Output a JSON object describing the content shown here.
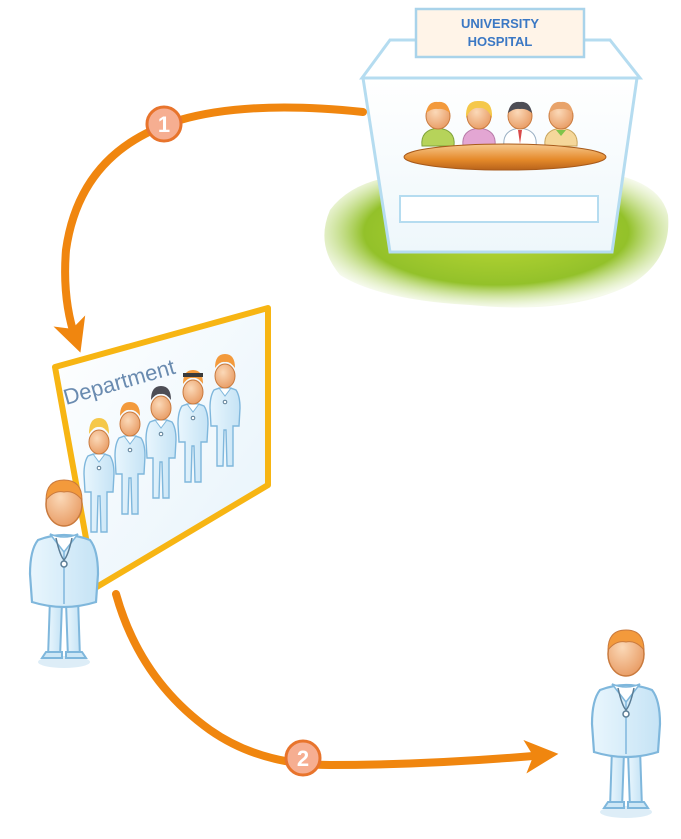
{
  "hospital": {
    "sign_line1": "UNIVERSITY",
    "sign_line2": "HOSPITAL",
    "sign_color": "#3b78c4"
  },
  "department": {
    "label": "Department",
    "label_color": "#6a8bb0"
  },
  "steps": [
    {
      "number": "1",
      "arrow": "hospital-to-department"
    },
    {
      "number": "2",
      "arrow": "department-to-doctor"
    }
  ],
  "colors": {
    "arrow": "#f0860f",
    "badge_fill": "#f6ae91",
    "badge_text": "#ffffff",
    "ground": "#a9cc32",
    "frame": "#f7b513",
    "coat": "#d9eef9",
    "coat_stroke": "#7fb7dc",
    "skin": "#f3b07a",
    "hair": "#f39a3c",
    "table": "#e98d2d"
  },
  "icons": [
    "university-hospital-building",
    "department-board",
    "doctor-figure",
    "step-badge",
    "arrow"
  ]
}
